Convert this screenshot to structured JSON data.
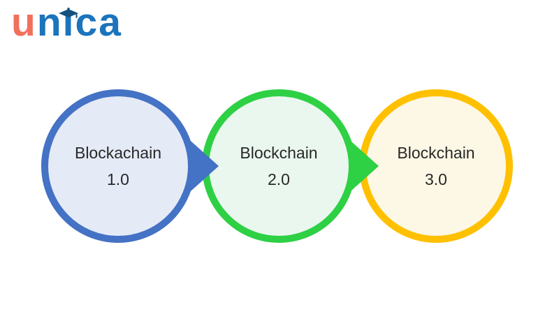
{
  "brand": {
    "name": "unica",
    "first_letter": "u",
    "mid_letters": "n",
    "i_letter": "ı",
    "last_letters": "ca",
    "orange": "#F2705B",
    "blue": "#1B74BC",
    "cap_color": "#14517F"
  },
  "page": {
    "background": "#FFFFFF",
    "text_color": "#282828"
  },
  "diagram": {
    "stages": [
      {
        "title": "Blockachain",
        "version": "1.0",
        "stroke": "#4472C4",
        "fill": "#E4EAF6",
        "has_arrow": true
      },
      {
        "title": "Blockchain",
        "version": "2.0",
        "stroke": "#2ED044",
        "fill": "#E9F7EE",
        "has_arrow": true
      },
      {
        "title": "Blockchain",
        "version": "3.0",
        "stroke": "#FFC000",
        "fill": "#FDF7E5",
        "has_arrow": false
      }
    ]
  }
}
